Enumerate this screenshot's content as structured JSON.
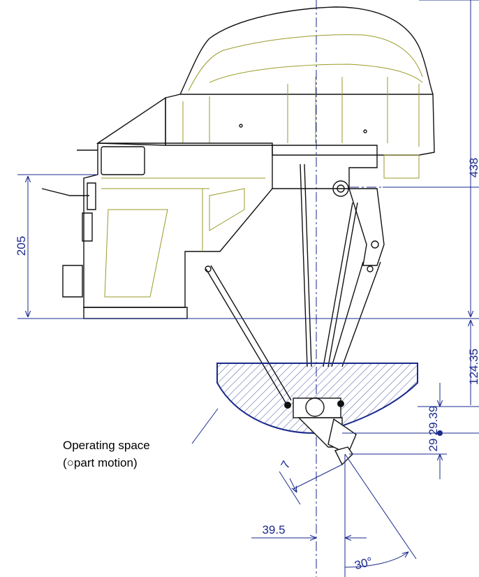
{
  "dimensions": {
    "height_438": "438",
    "height_205": "205",
    "stroke_124_35": "124.35",
    "offset_29_39_a": "29.39",
    "offset_29_39_b": "29",
    "tool_offset_7": "7",
    "tool_offset_39_5": "39.5",
    "angle_30": "30°"
  },
  "operating_space": {
    "line1": "Operating space",
    "line2": "(○part motion)"
  },
  "colors": {
    "dimension": "#1a2a8c",
    "robot_detail": "#9a9a2a",
    "outline": "#111111",
    "hatch": "#1a2a8c"
  }
}
